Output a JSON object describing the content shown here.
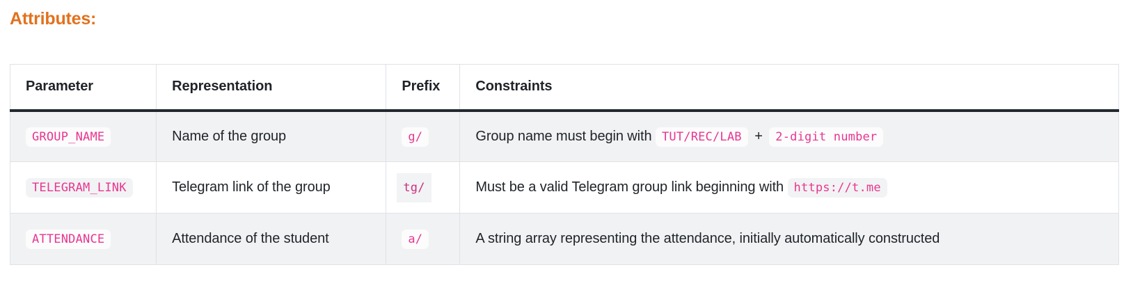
{
  "heading": "Attributes:",
  "heading_color": "#e2711d",
  "code_color": "#e8368f",
  "selection_color": "#b6d4fd",
  "table": {
    "columns": [
      "Parameter",
      "Representation",
      "Prefix",
      "Constraints"
    ],
    "rows": [
      {
        "parameter": "GROUP_NAME",
        "representation": "Name of the group",
        "prefix": "g/",
        "prefix_selected": false,
        "constraints_pre": "Group name must begin with",
        "constraints_code_1": "TUT/REC/LAB",
        "constraints_mid": "+",
        "constraints_code_2": "2-digit number",
        "constraints_post": ""
      },
      {
        "parameter": "TELEGRAM_LINK",
        "representation": "Telegram link of the group",
        "prefix": "tg/",
        "prefix_selected": true,
        "constraints_pre": "Must be a valid Telegram group link beginning with",
        "constraints_code_1": "https://t.me",
        "constraints_mid": "",
        "constraints_code_2": "",
        "constraints_post": ""
      },
      {
        "parameter": "ATTENDANCE",
        "representation": "Attendance of the student",
        "prefix": "a/",
        "prefix_selected": false,
        "constraints_pre": "A string array representing the attendance, initially automatically constructed",
        "constraints_code_1": "",
        "constraints_mid": "",
        "constraints_code_2": "",
        "constraints_post": ""
      }
    ]
  }
}
